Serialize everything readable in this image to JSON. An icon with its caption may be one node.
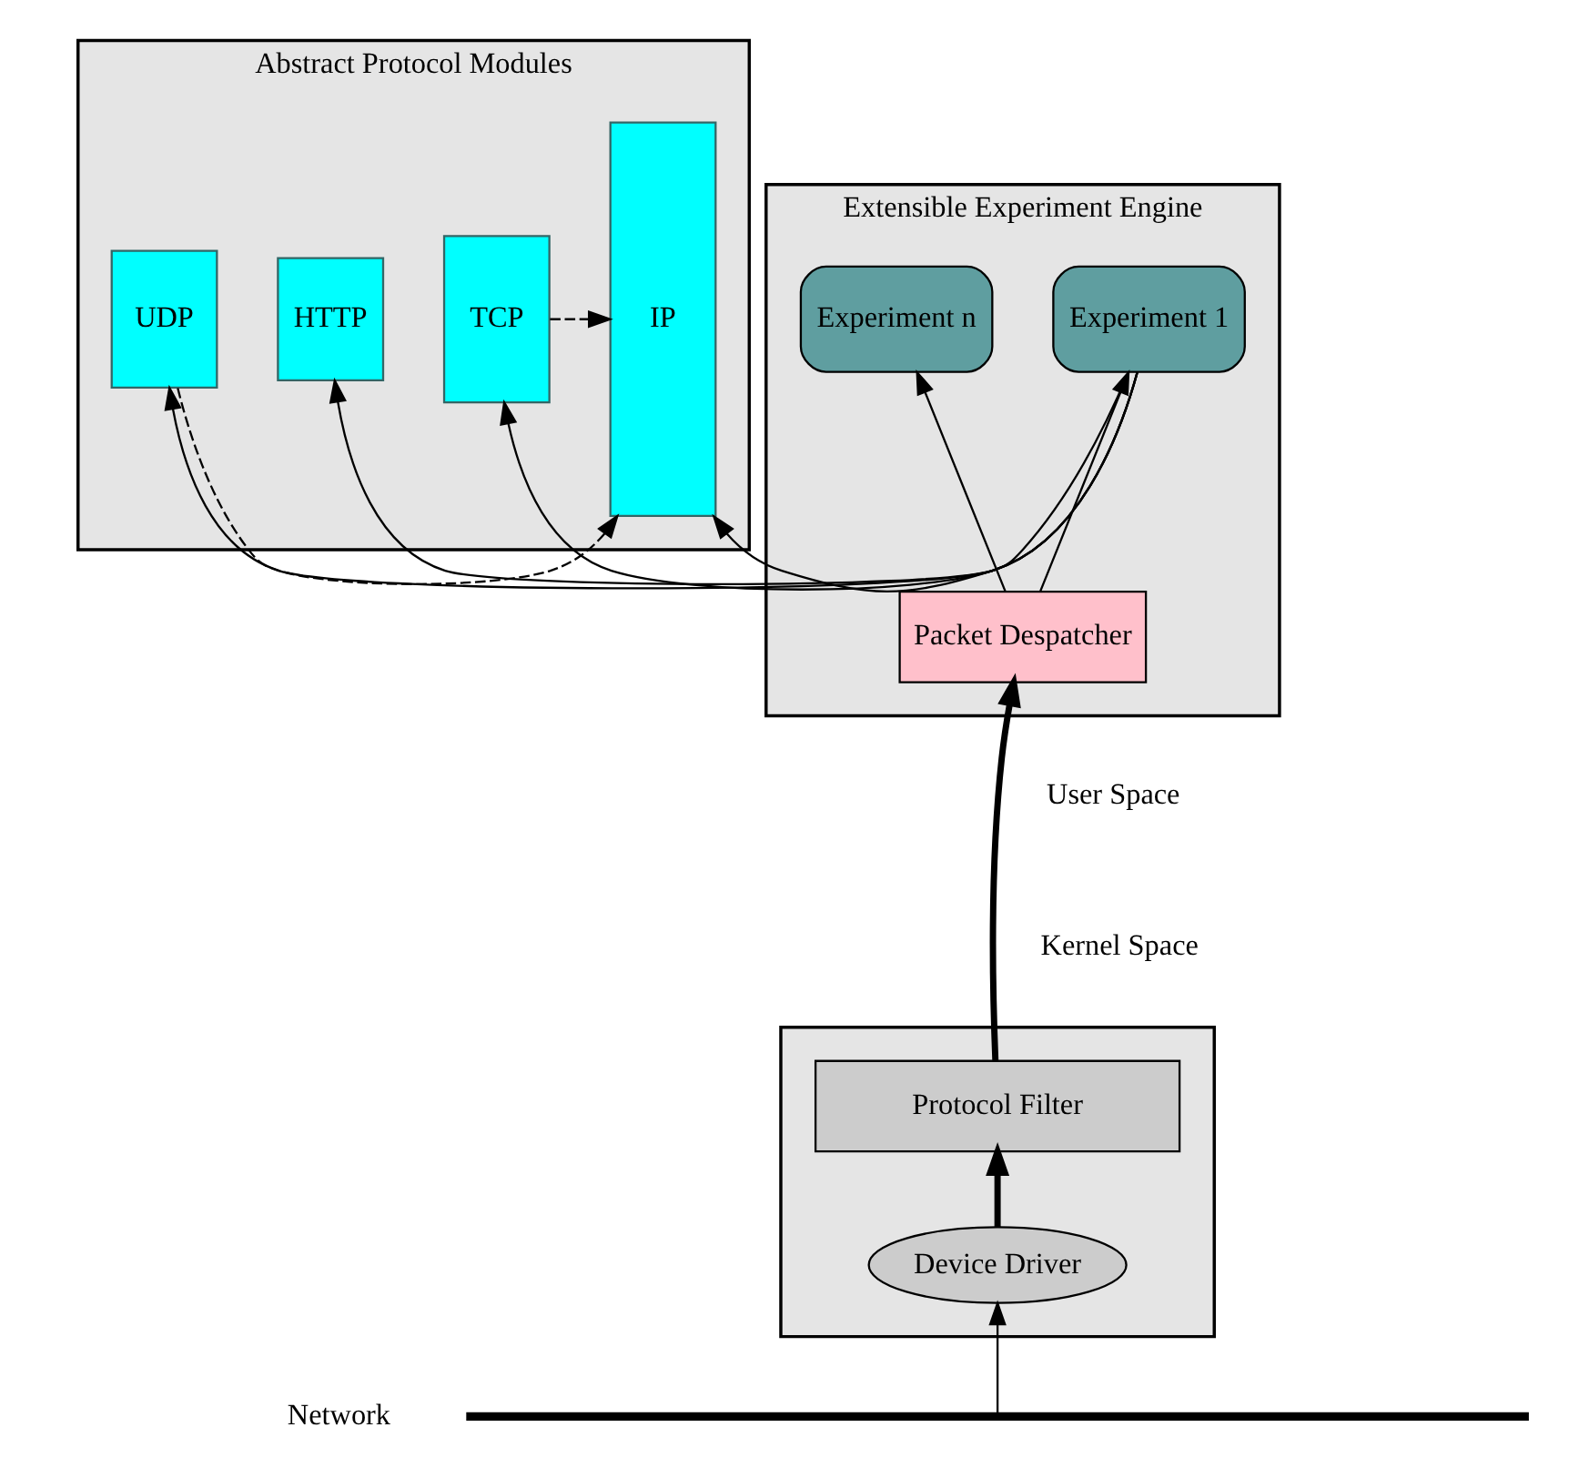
{
  "diagram": {
    "nodes": [
      {
        "text": [
          "Abstract Protocol Modules"
        ]
      },
      {
        "text": [
          "IP"
        ],
        "in": 0
      },
      {
        "text": [
          "TCP"
        ],
        "in": 0
      },
      {
        "text": [
          "HTTP"
        ],
        "in": 0
      },
      {
        "text": [
          "UDP"
        ],
        "in": 0
      },
      {
        "text": [
          "Extensible Experiment Engine"
        ]
      },
      {
        "text": [
          "Experiment n"
        ],
        "in": 5
      },
      {
        "text": [
          "Experiment 1"
        ],
        "in": 5
      },
      {
        "text": [
          "Packet Despatcher"
        ],
        "in": 5
      },
      {
        "text": [],
        "shape": "box"
      },
      {
        "text": [
          "Protocol Filter"
        ],
        "in": 9
      },
      {
        "text": [
          "Device Driver"
        ],
        "in": 9
      },
      {
        "text": [],
        "shape": "bar",
        "beside": [
          "Network"
        ]
      }
    ],
    "edges": [
      {
        "from": 2,
        "to": 1,
        "arrow": "to",
        "style": "dashed"
      },
      {
        "from": 4,
        "to": 1,
        "arrow": "to",
        "style": "dashed"
      },
      {
        "from": 7,
        "to": 3,
        "arrow": "to"
      },
      {
        "from": 7,
        "to": 2,
        "arrow": "to"
      },
      {
        "from": 7,
        "to": 4,
        "arrow": "to"
      },
      {
        "from": 7,
        "to": 1,
        "arrow": "to"
      },
      {
        "from": 8,
        "to": 7,
        "arrow": "to"
      },
      {
        "from": 8,
        "to": 6,
        "arrow": "to"
      },
      {
        "from": 10,
        "to": 8,
        "arrow": "to",
        "style": "thick"
      },
      {
        "from": 11,
        "to": 10,
        "arrow": "to",
        "style": "thick"
      },
      {
        "from": 12,
        "to": 11,
        "arrow": "to"
      }
    ],
    "labels": [
      "User Space",
      "Kernel Space"
    ]
  }
}
